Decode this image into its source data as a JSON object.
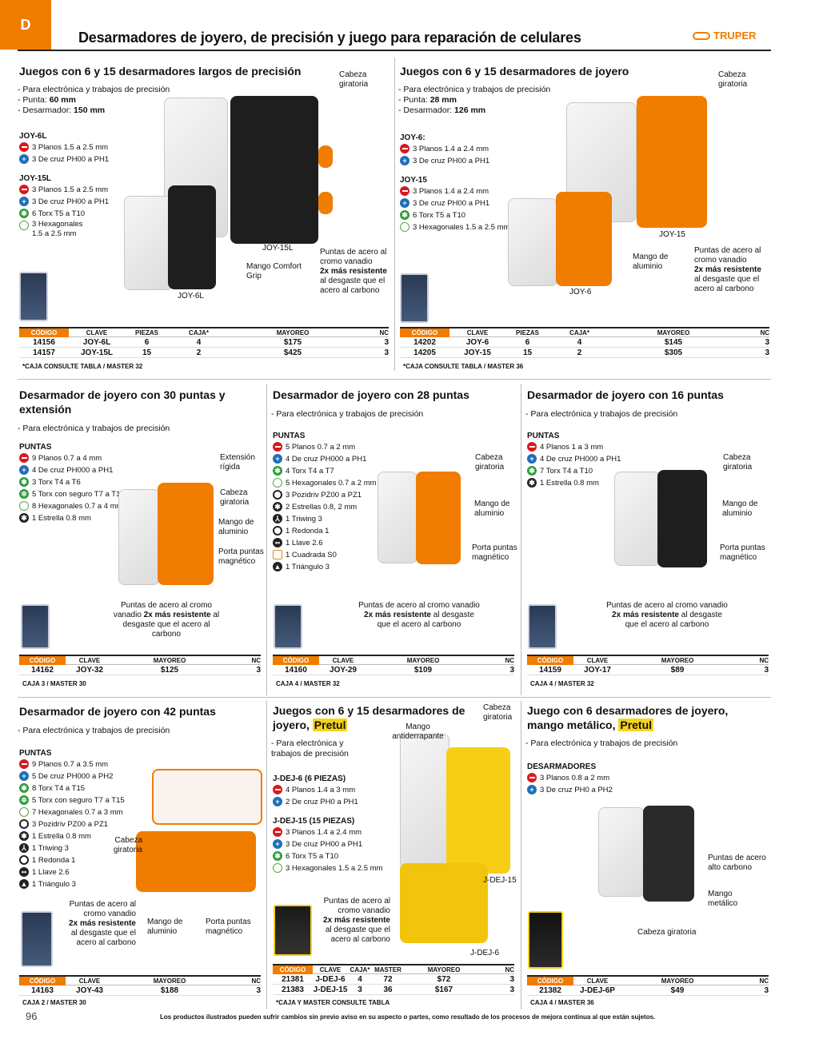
{
  "section_letter": "D",
  "page_title": "Desarmadores de joyero, de precisión y juego para reparación de celulares",
  "brand": "TRUPER",
  "page_number": "96",
  "footer": "Los productos ilustrados pueden sufrir cambios sin previo aviso en su aspecto o partes, como resultado de los procesos de mejora continua al que están sujetos.",
  "s1": {
    "title": "Juegos con 6 y 15 desarmadores largos de precisión",
    "desc": "- Para electrónica y trabajos de precisión",
    "punta_l": "- Punta: ",
    "punta_v": "60 mm",
    "desa_l": "- Desarmador: ",
    "desa_v": "150 mm",
    "code1": "JOY-6L",
    "items1": [
      "3 Planos 1.5 a 2.5  mm",
      "3 De cruz PH00 a PH1"
    ],
    "code2": "JOY-15L",
    "items2": [
      "3 Planos 1.5 a 2.5 mm",
      "3 De cruz PH00 a PH1",
      "6 Torx T5 a T10",
      "3 Hexagonales 1.5 a 2.5 mm"
    ],
    "c_cabeza": "Cabeza giratoria",
    "c_15": "JOY-15L",
    "c_mango": "Mango Comfort Grip",
    "c_6": "JOY-6L",
    "c_puntas1": "Puntas de acero al cromo vanadio",
    "c_puntas2": "2x más resistente",
    "c_puntas3": "al desgaste que el acero al carbono",
    "headers": [
      "CÓDIGO",
      "CLAVE",
      "PIEZAS",
      "CAJA*",
      "MAYOREO",
      "NC"
    ],
    "rows": [
      [
        "14156",
        "JOY-6L",
        "6",
        "4",
        "$175",
        "3"
      ],
      [
        "14157",
        "JOY-15L",
        "15",
        "2",
        "$425",
        "3"
      ]
    ],
    "note": "*CAJA CONSULTE TABLA / MASTER 32"
  },
  "s2": {
    "title": "Juegos con 6 y 15 desarmadores de joyero",
    "desc": "- Para electrónica y trabajos de precisión",
    "punta_l": "- Punta: ",
    "punta_v": "28 mm",
    "desa_l": "- Desarmador: ",
    "desa_v": "126 mm",
    "code1": "JOY-6:",
    "items1": [
      "3 Planos 1.4 a 2.4 mm",
      "3 De cruz PH00 a PH1"
    ],
    "code2": "JOY-15",
    "items2": [
      "3 Planos 1.4 a 2.4 mm",
      "3 De cruz PH00 a PH1",
      "6 Torx T5 a T10",
      "3 Hexagonales 1.5 a 2.5 mm"
    ],
    "c_cabeza": "Cabeza giratoria",
    "c_15": "JOY-15",
    "c_mango": "Mango de aluminio",
    "c_6": "JOY-6",
    "c_puntas1": "Puntas de acero al cromo vanadio",
    "c_puntas2": "2x más resistente",
    "c_puntas3": "al desgaste que el acero al carbono",
    "headers": [
      "CÓDIGO",
      "CLAVE",
      "PIEZAS",
      "CAJA*",
      "MAYOREO",
      "NC"
    ],
    "rows": [
      [
        "14202",
        "JOY-6",
        "6",
        "4",
        "$145",
        "3"
      ],
      [
        "14205",
        "JOY-15",
        "15",
        "2",
        "$305",
        "3"
      ]
    ],
    "note": "*CAJA CONSULTE TABLA / MASTER 36"
  },
  "s3": {
    "title": "Desarmador de joyero con 30 puntas y extensión",
    "desc": "- Para electrónica y trabajos de precisión",
    "puntas": "PUNTAS",
    "items": [
      "9 Planos 0.7 a 4 mm",
      "4 De cruz PH000 a PH1",
      "3 Torx T4 a T6",
      "5 Torx con seguro T7 a T15",
      "8 Hexagonales 0.7 a 4 mm",
      "1 Estrella 0.8 mm"
    ],
    "c_ext": "Extensión rígida",
    "c_cabeza": "Cabeza giratoria",
    "c_mango": "Mango de aluminio",
    "c_porta": "Porta puntas magnético",
    "c_p1": "Puntas de acero al cromo vanadio ",
    "c_p2": "2x más resistente",
    "c_p3": " al desgaste que el acero al carbono",
    "headers": [
      "CÓDIGO",
      "CLAVE",
      "MAYOREO",
      "NC"
    ],
    "rows": [
      [
        "14162",
        "JOY-32",
        "$125",
        "3"
      ]
    ],
    "note": "CAJA 3 / MASTER 30"
  },
  "s4": {
    "title": "Desarmador de joyero con 28 puntas",
    "desc": "- Para electrónica y trabajos de precisión",
    "puntas": "PUNTAS",
    "items": [
      "5 Planos 0.7 a 2 mm",
      "4 De cruz PH000 a PH1",
      "4 Torx T4 a T7",
      "5 Hexagonales 0.7 a 2 mm",
      "3 Pozidriv PZ00 a PZ1",
      "2 Estrellas 0.8, 2 mm",
      "1 Triwing 3",
      "1 Redonda 1",
      "1 Llave 2.6",
      "1 Cuadrada S0",
      "1 Triángulo 3"
    ],
    "c_cabeza": "Cabeza giratoria",
    "c_mango": "Mango de aluminio",
    "c_porta": "Porta puntas magnético",
    "c_p1": "Puntas de acero al cromo vanadio ",
    "c_p2": "2x más resistente",
    "c_p3": " al desgaste que el acero al carbono",
    "headers": [
      "CÓDIGO",
      "CLAVE",
      "MAYOREO",
      "NC"
    ],
    "rows": [
      [
        "14160",
        "JOY-29",
        "$109",
        "3"
      ]
    ],
    "note": "CAJA 4 / MASTER 32"
  },
  "s5": {
    "title": "Desarmador de joyero con 16 puntas",
    "desc": "- Para electrónica y trabajos de precisión",
    "puntas": "PUNTAS",
    "items": [
      "4 Planos 1 a 3 mm",
      "4 De cruz PH000 a PH1",
      "7 Torx T4 a T10",
      "1 Estrella 0.8 mm"
    ],
    "c_cabeza": "Cabeza giratoria",
    "c_mango": "Mango de aluminio",
    "c_porta": "Porta puntas magnético",
    "c_p1": "Puntas de acero al cromo vanadio ",
    "c_p2": "2x más resistente",
    "c_p3": " al desgaste que el acero al carbono",
    "headers": [
      "CÓDIGO",
      "CLAVE",
      "MAYOREO",
      "NC"
    ],
    "rows": [
      [
        "14159",
        "JOY-17",
        "$89",
        "3"
      ]
    ],
    "note": "CAJA 4 / MASTER 32"
  },
  "s6": {
    "title": "Desarmador de joyero con 42 puntas",
    "desc": "- Para electrónica y trabajos de precisión",
    "puntas": "PUNTAS",
    "items": [
      "9 Planos 0.7 a 3.5 mm",
      "5 De cruz PH000 a PH2",
      "8 Torx T4 a T15",
      "5 Torx con seguro T7 a T15",
      "7 Hexagonales 0.7 a 3 mm",
      "3 Pozidriv PZ00 a PZ1",
      "1 Estrella 0.8 mm",
      "1 Triwing 3",
      "1 Redonda 1",
      "1 Llave 2.6",
      "1 Triángulo 3"
    ],
    "c_cabeza": "Cabeza giratoria",
    "c_p1": "Puntas de acero al cromo vanadio",
    "c_p2": "2x más resistente",
    "c_p3": "al desgaste que el acero al carbono",
    "c_mango": "Mango de aluminio",
    "c_porta": "Porta puntas magnético",
    "headers": [
      "CÓDIGO",
      "CLAVE",
      "MAYOREO",
      "NC"
    ],
    "rows": [
      [
        "14163",
        "JOY-43",
        "$188",
        "3"
      ]
    ],
    "note": "CAJA 2 / MASTER 30"
  },
  "s7": {
    "title1": "Juegos con 6 y 15 desarmadores de",
    "title2": "joyero, ",
    "brand": "Pretul",
    "desc1": "- Para electrónica y",
    "desc2": "trabajos de precisión",
    "code1": "J-DEJ-6 (6 PIEZAS)",
    "items1": [
      "4 Planos 1.4 a 3 mm",
      "2 De cruz PH0 a PH1"
    ],
    "code2": "J-DEJ-15 (15 PIEZAS)",
    "items2": [
      "3 Planos 1.4 a 2.4 mm",
      "3 De cruz PH00 a PH1",
      "6 Torx T5 a T10",
      "3 Hexagonales 1.5 a 2.5 mm"
    ],
    "c_cabeza": "Cabeza giratoria",
    "c_mango": "Mango antiderrapante",
    "c_15": "J-DEJ-15",
    "c_6": "J-DEJ-6",
    "c_p1": "Puntas de acero al cromo vanadio",
    "c_p2": "2x más resistente",
    "c_p3": "al desgaste que el acero al carbono",
    "headers": [
      "CÓDIGO",
      "CLAVE",
      "CAJA*",
      "MASTER",
      "MAYOREO",
      "NC"
    ],
    "rows": [
      [
        "21381",
        "J-DEJ-6",
        "4",
        "72",
        "$72",
        "3"
      ],
      [
        "21383",
        "J-DEJ-15",
        "3",
        "36",
        "$167",
        "3"
      ]
    ],
    "note": "*CAJA Y MASTER CONSULTE TABLA"
  },
  "s8": {
    "title1": "Juego con 6 desarmadores de joyero,",
    "title2": "mango metálico, ",
    "brand": "Pretul",
    "desc": "- Para electrónica y trabajos de precisión",
    "desarm": "DESARMADORES",
    "items": [
      "3 Planos 0.8 a 2 mm",
      "3 De cruz PH0 a PH2"
    ],
    "c_puntas": "Puntas de acero alto carbono",
    "c_mango": "Mango metálico",
    "c_cabeza": "Cabeza giratoria",
    "headers": [
      "CÓDIGO",
      "CLAVE",
      "MAYOREO",
      "NC"
    ],
    "rows": [
      [
        "21382",
        "J-DEJ-6P",
        "$49",
        "3"
      ]
    ],
    "note": "CAJA 4 / MASTER 36"
  }
}
